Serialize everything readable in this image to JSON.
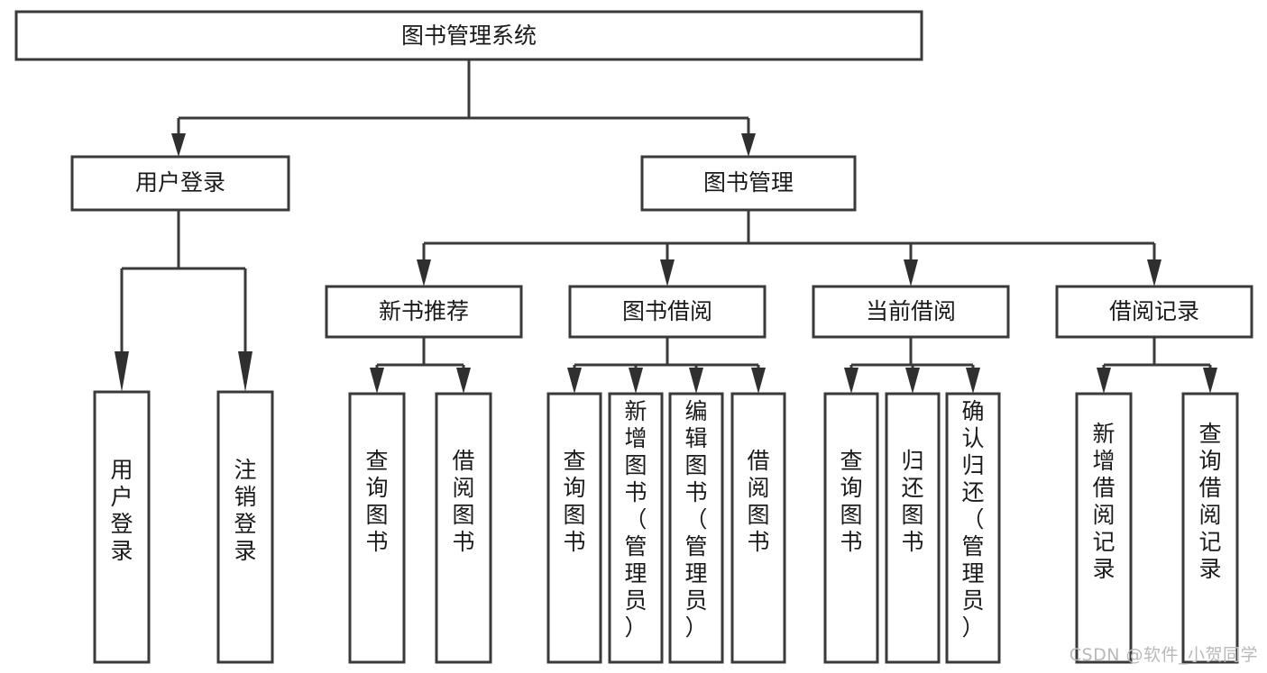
{
  "diagram": {
    "type": "tree",
    "title": "图书管理系统",
    "root": {
      "id": "root",
      "label": "图书管理系统",
      "orientation": "horizontal"
    },
    "level1": [
      {
        "id": "user-login",
        "label": "用户登录",
        "orientation": "horizontal"
      },
      {
        "id": "book-manage",
        "label": "图书管理",
        "orientation": "horizontal"
      }
    ],
    "level2": [
      {
        "id": "new-book-recommend",
        "label": "新书推荐",
        "parent": "book-manage",
        "orientation": "horizontal"
      },
      {
        "id": "book-borrow",
        "label": "图书借阅",
        "parent": "book-manage",
        "orientation": "horizontal"
      },
      {
        "id": "current-borrow",
        "label": "当前借阅",
        "parent": "book-manage",
        "orientation": "horizontal"
      },
      {
        "id": "borrow-record",
        "label": "借阅记录",
        "parent": "book-manage",
        "orientation": "horizontal"
      }
    ],
    "leaves": [
      {
        "id": "leaf-user-login",
        "label": "用户登录",
        "parent": "user-login",
        "orientation": "vertical"
      },
      {
        "id": "leaf-logout-login",
        "label": "注销登录",
        "parent": "user-login",
        "orientation": "vertical"
      },
      {
        "id": "leaf-query-book-1",
        "label": "查询图书",
        "parent": "new-book-recommend",
        "orientation": "vertical"
      },
      {
        "id": "leaf-borrow-book-1",
        "label": "借阅图书",
        "parent": "new-book-recommend",
        "orientation": "vertical"
      },
      {
        "id": "leaf-query-book-2",
        "label": "查询图书",
        "parent": "book-borrow",
        "orientation": "vertical"
      },
      {
        "id": "leaf-add-book",
        "label": "新增图书（管理员）",
        "parent": "book-borrow",
        "orientation": "vertical"
      },
      {
        "id": "leaf-edit-book",
        "label": "编辑图书（管理员）",
        "parent": "book-borrow",
        "orientation": "vertical"
      },
      {
        "id": "leaf-borrow-book-2",
        "label": "借阅图书",
        "parent": "book-borrow",
        "orientation": "vertical"
      },
      {
        "id": "leaf-query-book-3",
        "label": "查询图书",
        "parent": "current-borrow",
        "orientation": "vertical"
      },
      {
        "id": "leaf-return-book",
        "label": "归还图书",
        "parent": "current-borrow",
        "orientation": "vertical"
      },
      {
        "id": "leaf-confirm-return",
        "label": "确认归还（管理员）",
        "parent": "current-borrow",
        "orientation": "vertical"
      },
      {
        "id": "leaf-add-borrow-record",
        "label": "新增借阅记录",
        "parent": "borrow-record",
        "orientation": "vertical"
      },
      {
        "id": "leaf-query-borrow-record",
        "label": "查询借阅记录",
        "parent": "borrow-record",
        "orientation": "vertical"
      }
    ],
    "colors": {
      "stroke": "#3a3a3a",
      "fill": "#ffffff",
      "text": "#1a1a1a",
      "watermark": "#b9b9b9",
      "background": "#ffffff"
    }
  },
  "watermark": {
    "text": "CSDN @软件_小贺同学"
  }
}
